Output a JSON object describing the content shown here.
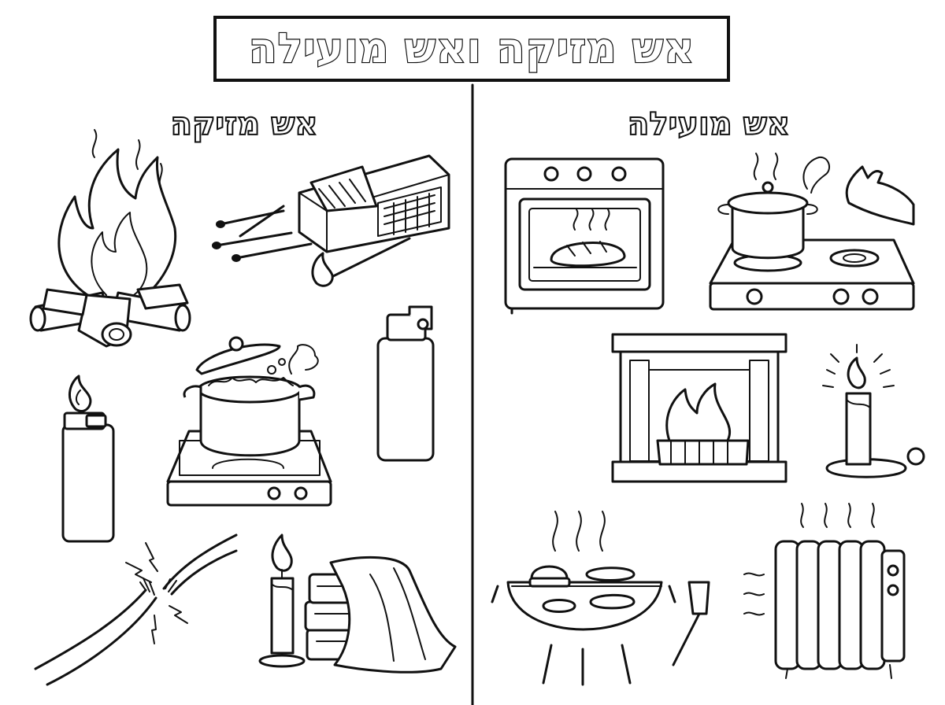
{
  "title": "אש מזיקה ואש מועילה",
  "columns": {
    "helpful": {
      "heading": "אש מועילה"
    },
    "harmful": {
      "heading": "אש מזיקה"
    }
  },
  "colors": {
    "ink": "#111111",
    "paper": "#ffffff"
  }
}
